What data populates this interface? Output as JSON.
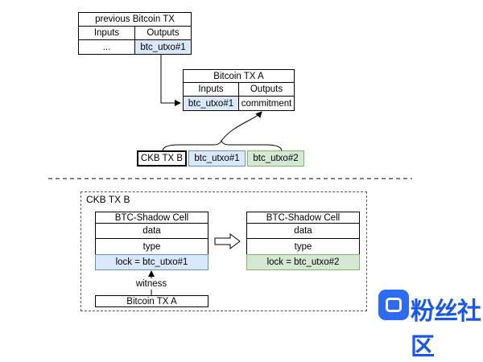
{
  "prev_tx": {
    "title": "previous Bitcoin TX",
    "inputs_header": "Inputs",
    "outputs_header": "Outputs",
    "input_value": "...",
    "output_value": "btc_utxo#1"
  },
  "tx_a": {
    "title": "Bitcoin TX A",
    "inputs_header": "Inputs",
    "outputs_header": "Outputs",
    "input_value": "btc_utxo#1",
    "output_value": "commitment"
  },
  "ckb_row": {
    "label": "CKB TX B",
    "item1": "btc_utxo#1",
    "item2": "btc_utxo#2"
  },
  "ckb_tx_b": {
    "title": "CKB TX B",
    "left_cell": {
      "title": "BTC-Shadow Cell",
      "data": "data",
      "type": "type",
      "lock": "lock = btc_utxo#1"
    },
    "right_cell": {
      "title": "BTC-Shadow Cell",
      "data": "data",
      "type": "type",
      "lock": "lock = btc_utxo#2"
    },
    "witness_label": "witness",
    "bitcoin_tx": "Bitcoin TX A"
  },
  "watermark": {
    "text": "粉丝社区",
    "colors": {
      "badge": "#2d6cf0",
      "text": "#1a56e8"
    }
  }
}
